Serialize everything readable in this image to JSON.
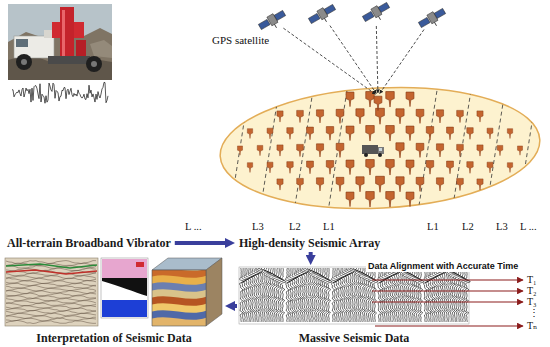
{
  "diagram": {
    "nodes": [
      {
        "text": [
          "All-terrain Broadband Vibrator"
        ]
      },
      {
        "text": [
          "High-density Seismic Array"
        ]
      },
      {
        "text": [
          "Massive Seismic Data"
        ]
      },
      {
        "text": [
          "Interpretation of Seismic Data"
        ]
      }
    ],
    "edges": [
      {
        "from": 0,
        "to": 1,
        "arrow": "to"
      },
      {
        "from": 1,
        "to": 2,
        "arrow": "to"
      },
      {
        "from": 2,
        "to": 3,
        "arrow": "to"
      }
    ],
    "labels": [
      "GPS satellite",
      "L ...",
      "L3",
      "L2",
      "L1",
      "L1",
      "L2",
      "L3",
      "L ...",
      "Data Alignment with Accurate Time",
      "T₁",
      "T₂",
      "T₃",
      "⋮",
      "Tₙ"
    ]
  }
}
